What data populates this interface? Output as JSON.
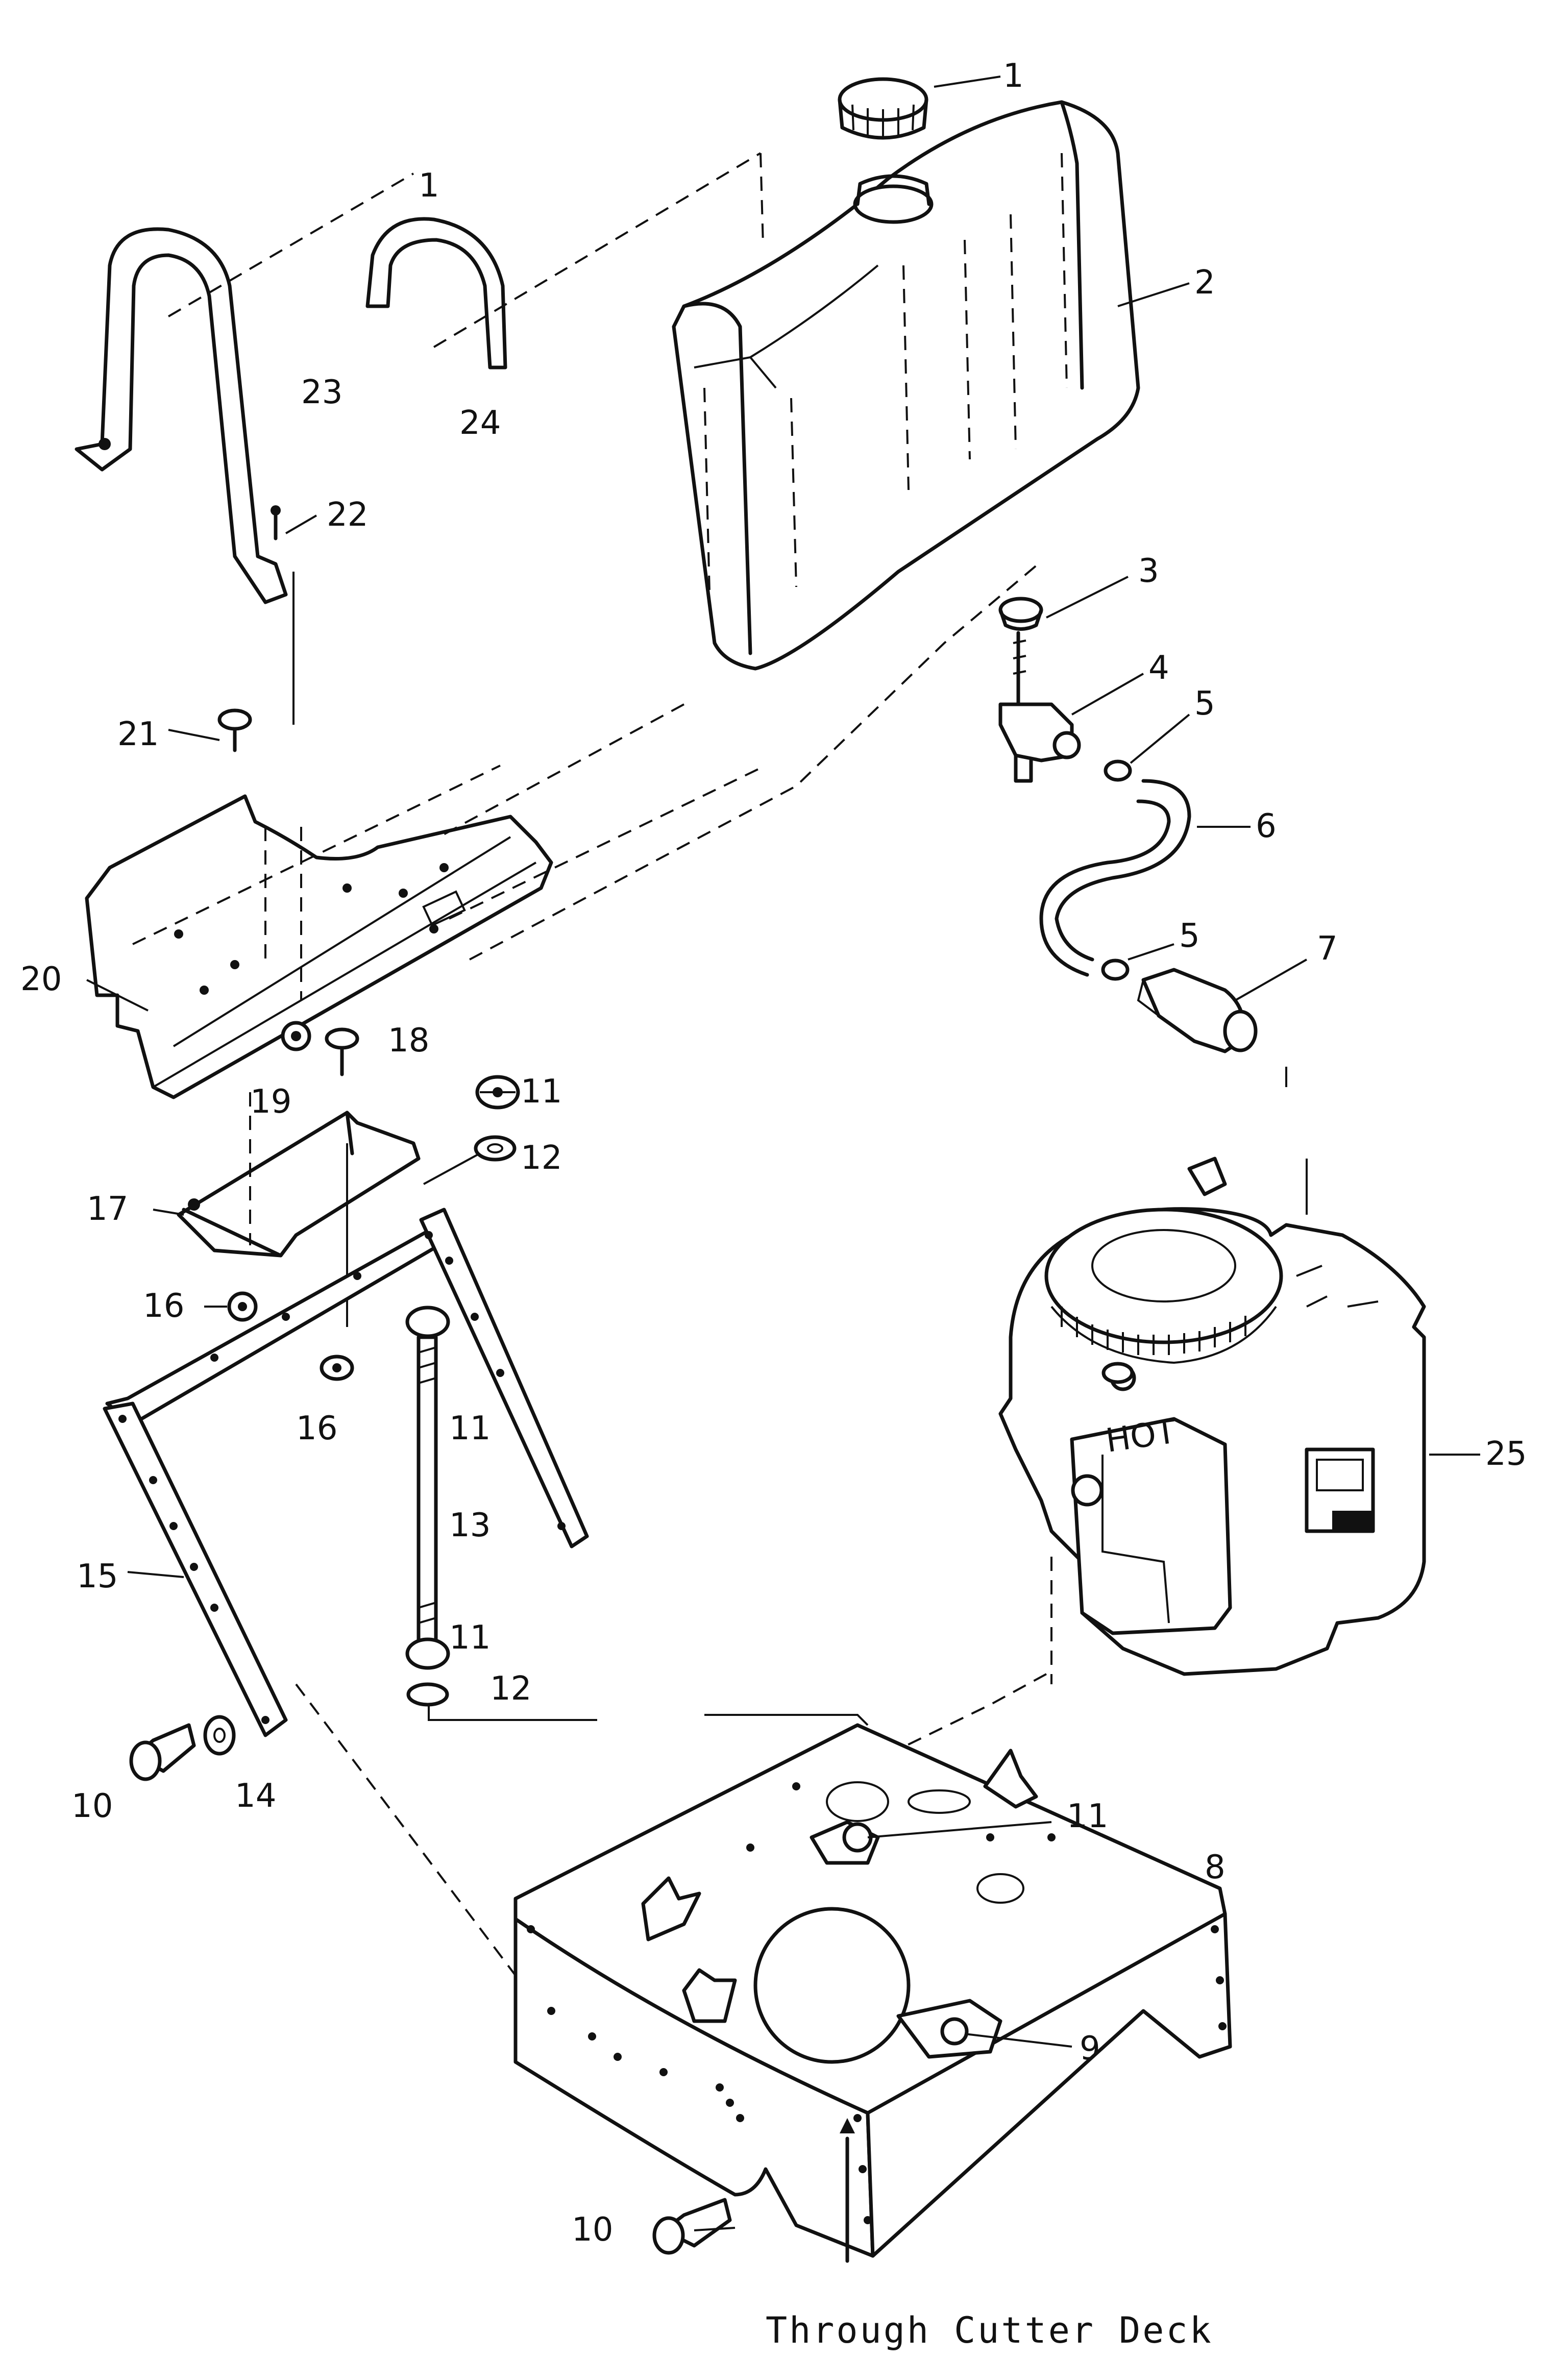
{
  "diagram": {
    "callouts": [
      {
        "id": "c1-cap",
        "label": "1"
      },
      {
        "id": "c1-strap",
        "label": "1"
      },
      {
        "id": "c2",
        "label": "2"
      },
      {
        "id": "c3",
        "label": "3"
      },
      {
        "id": "c4",
        "label": "4"
      },
      {
        "id": "c5a",
        "label": "5"
      },
      {
        "id": "c5b",
        "label": "5"
      },
      {
        "id": "c6",
        "label": "6"
      },
      {
        "id": "c7",
        "label": "7"
      },
      {
        "id": "c8",
        "label": "8"
      },
      {
        "id": "c9",
        "label": "9"
      },
      {
        "id": "c10a",
        "label": "10"
      },
      {
        "id": "c10b",
        "label": "10"
      },
      {
        "id": "c11a",
        "label": "11"
      },
      {
        "id": "c11b",
        "label": "11"
      },
      {
        "id": "c11c",
        "label": "11"
      },
      {
        "id": "c11d",
        "label": "11"
      },
      {
        "id": "c12a",
        "label": "12"
      },
      {
        "id": "c12b",
        "label": "12"
      },
      {
        "id": "c13",
        "label": "13"
      },
      {
        "id": "c14",
        "label": "14"
      },
      {
        "id": "c15",
        "label": "15"
      },
      {
        "id": "c16a",
        "label": "16"
      },
      {
        "id": "c16b",
        "label": "16"
      },
      {
        "id": "c17",
        "label": "17"
      },
      {
        "id": "c18",
        "label": "18"
      },
      {
        "id": "c19",
        "label": "19"
      },
      {
        "id": "c20",
        "label": "20"
      },
      {
        "id": "c21",
        "label": "21"
      },
      {
        "id": "c22",
        "label": "22"
      },
      {
        "id": "c23",
        "label": "23"
      },
      {
        "id": "c24",
        "label": "24"
      },
      {
        "id": "c25",
        "label": "25"
      }
    ],
    "engine_label": "HOT",
    "caption": "Through Cutter Deck"
  }
}
